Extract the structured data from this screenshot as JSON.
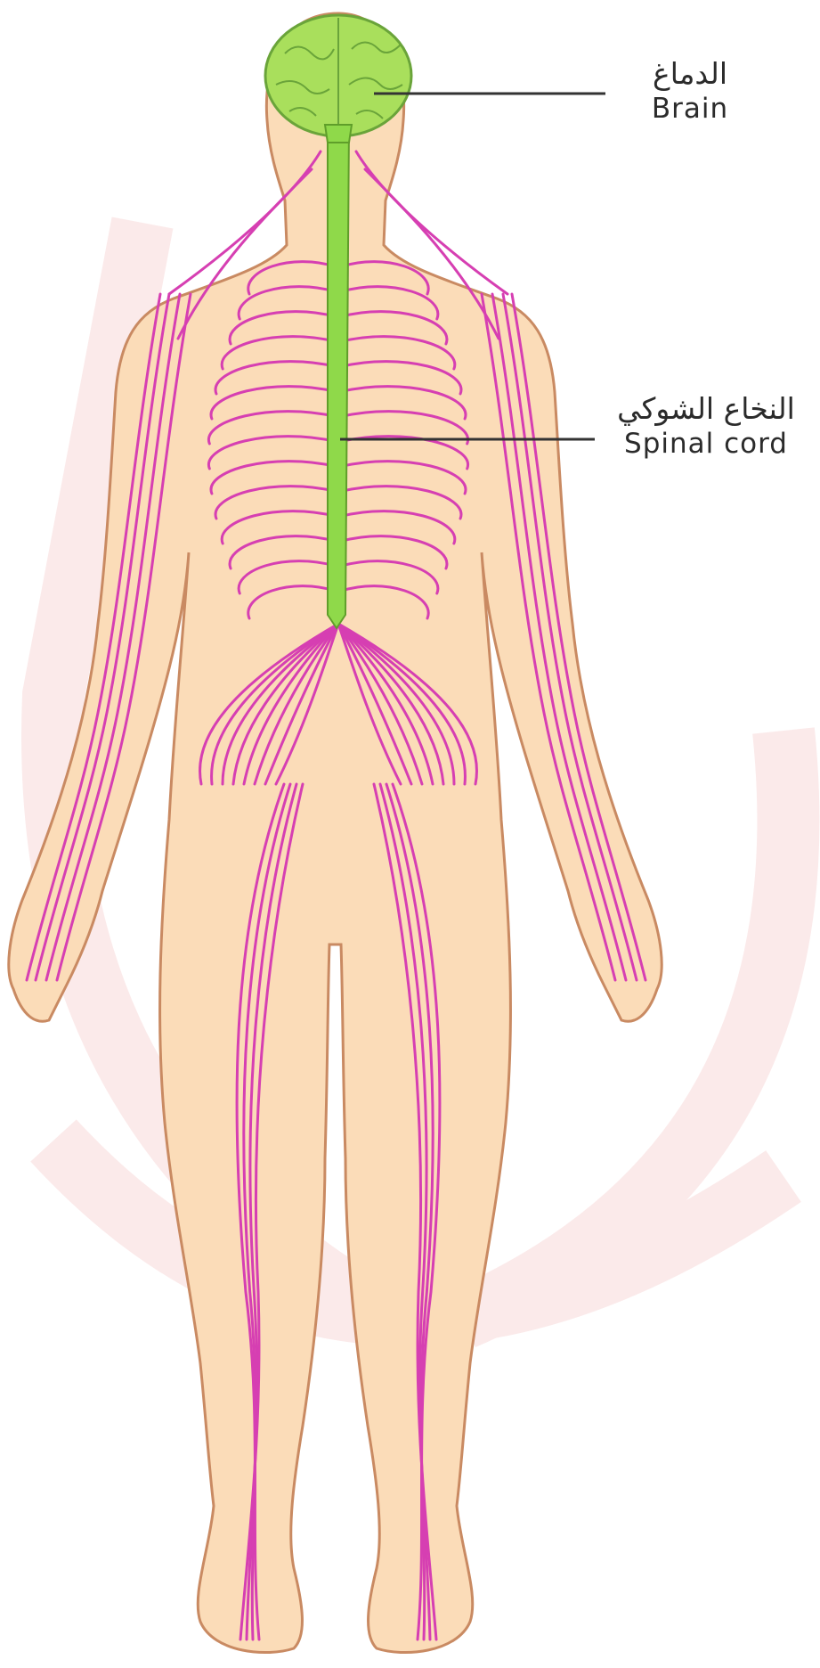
{
  "labels": {
    "brain": {
      "arabic": "الدماغ",
      "english": "Brain"
    },
    "spinal_cord": {
      "arabic": "النخاع الشوكي",
      "english": "Spinal cord"
    }
  },
  "colors": {
    "skin": "#fbdcb8",
    "skin_outline": "#c98a62",
    "nerves": "#d63fb2",
    "brain": "#a9df5c",
    "spinal_cord": "#8fd94a",
    "watermark": "#fbeaea",
    "leader_line": "#333333"
  }
}
